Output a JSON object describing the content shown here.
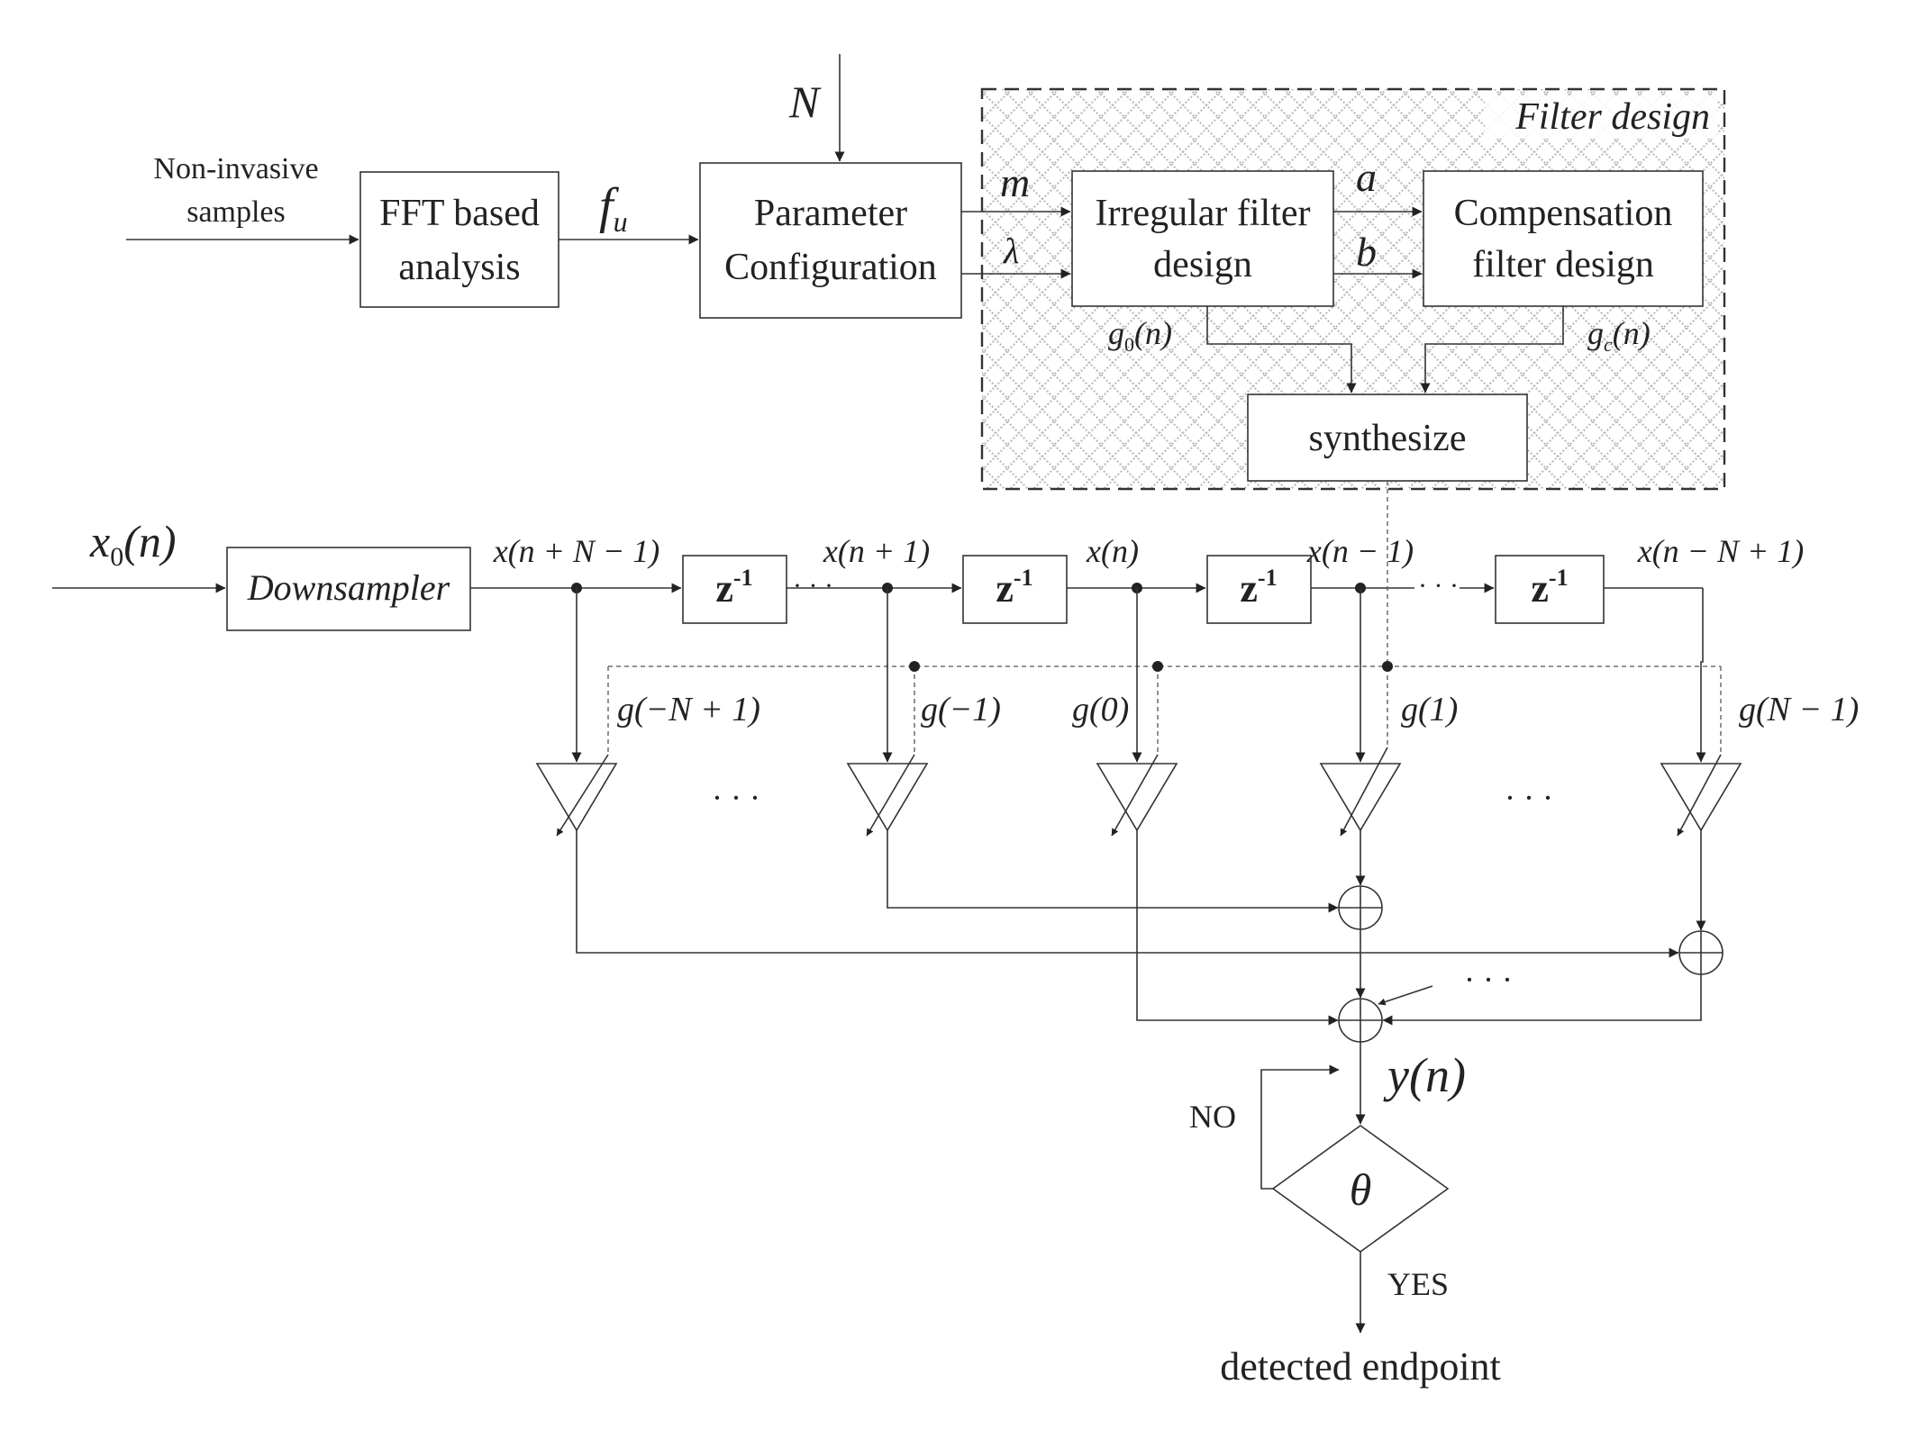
{
  "filter_design": {
    "title": "Filter design",
    "pattern_color": "#bdbdbd"
  },
  "blocks": {
    "fft": [
      "FFT based",
      "analysis"
    ],
    "param": [
      "Parameter",
      "Configuration"
    ],
    "irregular": [
      "Irregular filter",
      "design"
    ],
    "compensation": [
      "Compensation",
      "filter design"
    ],
    "synthesize": "synthesize",
    "downsampler": "Downsampler",
    "delay": "z",
    "delay_exp": "-1",
    "threshold": "θ"
  },
  "inputs": {
    "samples": [
      "Non-invasive",
      "samples"
    ],
    "N": "N",
    "fu_base": "f",
    "fu_sub": "u",
    "x0_base": "x",
    "x0_sub": "0",
    "x0_arg": "(n)"
  },
  "params": {
    "m": "m",
    "lambda": "λ",
    "a": "a",
    "b": "b",
    "g0_base": "g",
    "g0_sub": "0",
    "g0_arg": "(n)",
    "gc_base": "g",
    "gc_sub": "c",
    "gc_arg": "(n)"
  },
  "taps": [
    "x(n + N − 1)",
    "x(n + 1)",
    "x(n)",
    "x(n − 1)",
    "x(n − N + 1)"
  ],
  "gains": [
    "g(−N + 1)",
    "g(−1)",
    "g(0)",
    "g(1)",
    "g(N − 1)"
  ],
  "ellipsis": "· · ·",
  "output": {
    "y": "y(n)",
    "no": "NO",
    "yes": "YES",
    "result": "detected endpoint"
  }
}
